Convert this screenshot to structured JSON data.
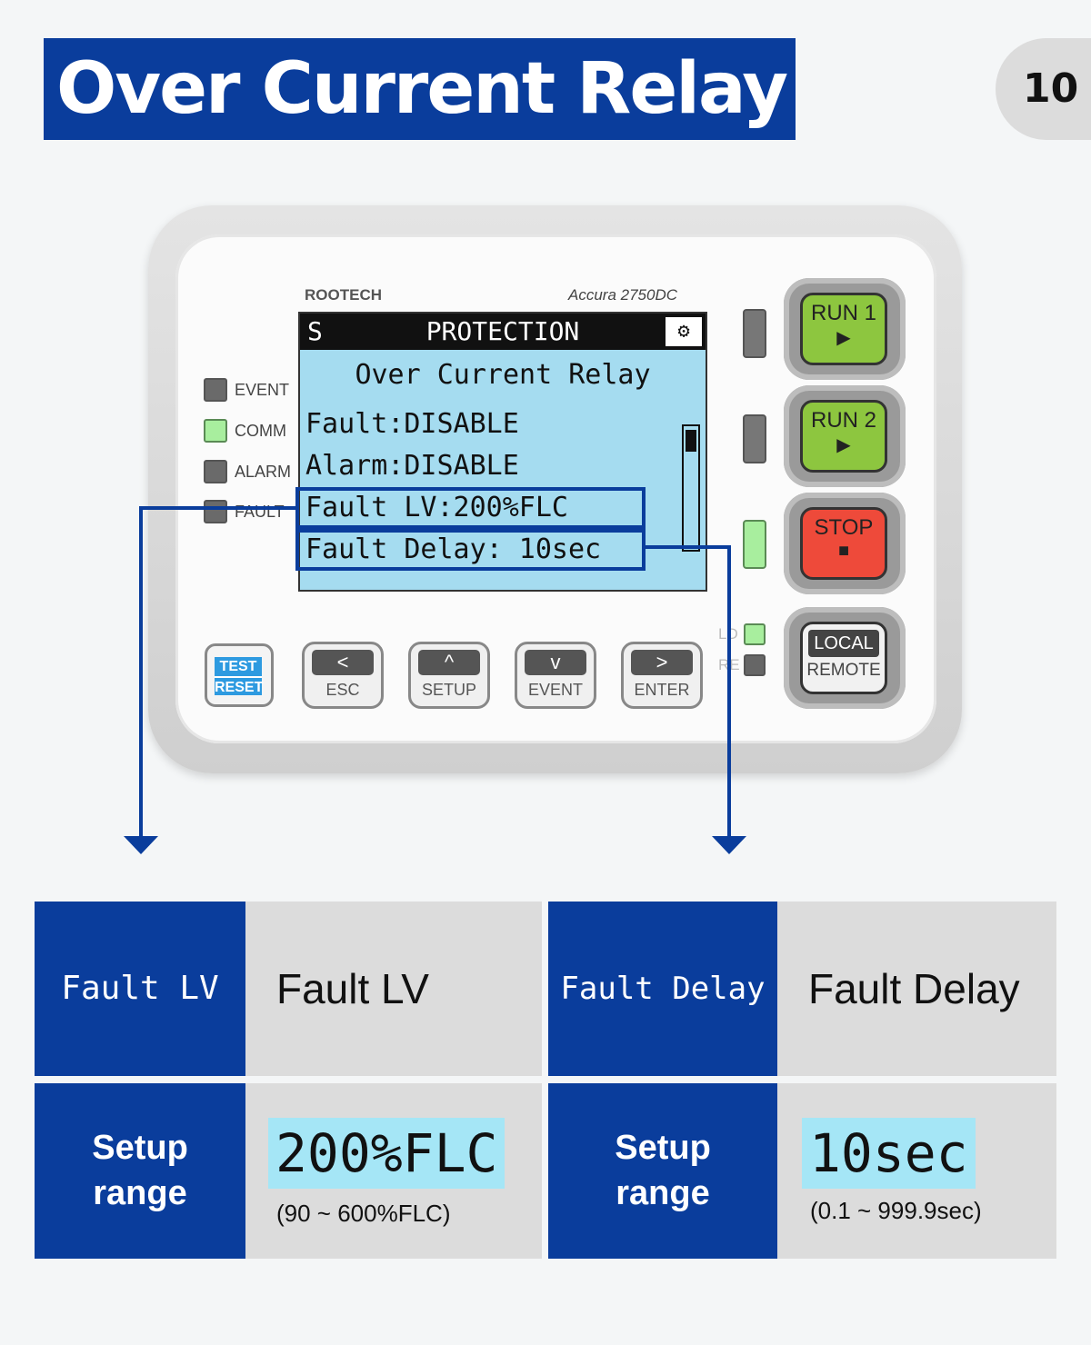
{
  "header": {
    "title": "Over Current Relay",
    "page_number": "10"
  },
  "device": {
    "brand": "ROOTECH",
    "model": "Accura 2750DC",
    "indicators": [
      {
        "label": "EVENT",
        "on": false
      },
      {
        "label": "COMM",
        "on": true
      },
      {
        "label": "ALARM",
        "on": false
      },
      {
        "label": "FAULT",
        "on": false
      }
    ],
    "lcd": {
      "header_mode": "S",
      "header_title": "PROTECTION",
      "header_icon": "⚙",
      "subtitle": "Over Current Relay",
      "lines": [
        "Fault:DISABLE",
        "Alarm:DISABLE",
        "Fault LV:200%FLC",
        "Fault Delay: 10sec"
      ]
    },
    "side_leds": [
      false,
      false,
      true
    ],
    "ld_label": "LD",
    "re_label": "RE",
    "big_buttons": {
      "run1": {
        "label": "RUN 1",
        "symbol": "▶"
      },
      "run2": {
        "label": "RUN 2",
        "symbol": "▶"
      },
      "stop": {
        "label": "STOP",
        "symbol": "■"
      },
      "local": {
        "top": "LOCAL",
        "bottom": "REMOTE"
      }
    },
    "test_reset": {
      "top": "TEST",
      "bottom": "RESET"
    },
    "nav_buttons": [
      {
        "symbol": "<",
        "label": "ESC"
      },
      {
        "symbol": "^",
        "label": "SETUP"
      },
      {
        "symbol": "v",
        "label": "EVENT"
      },
      {
        "symbol": ">",
        "label": "ENTER"
      }
    ]
  },
  "table": {
    "left": {
      "key": "Fault LV",
      "name": "Fault LV",
      "setup_label_1": "Setup",
      "setup_label_2": "range",
      "value": "200%FLC",
      "range": "(90 ~ 600%FLC)"
    },
    "right": {
      "key": "Fault Delay",
      "name": "Fault Delay",
      "setup_label_1": "Setup",
      "setup_label_2": "range",
      "value": "10sec",
      "range": "(0.1 ~ 999.9sec)"
    }
  }
}
